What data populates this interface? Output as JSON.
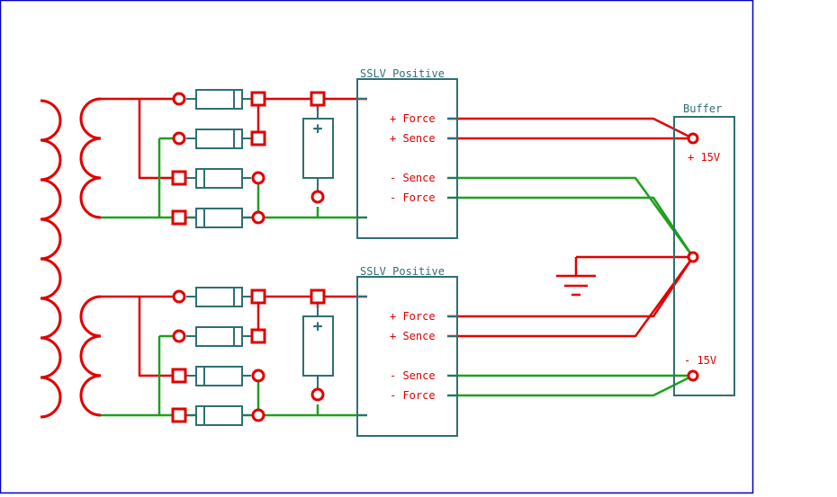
{
  "colors": {
    "border": "#0000c0",
    "wire_red": "#e00000",
    "wire_green": "#1ea01e",
    "component_outline": "#2f6f74",
    "component_fill": "#ffffff",
    "ground": "#e00000"
  },
  "modules": [
    {
      "title": "SSLV Positive",
      "pins": [
        "+ Force",
        "+ Sence",
        "- Sence",
        "- Force"
      ]
    },
    {
      "title": "SSLV Positive",
      "pins": [
        "+ Force",
        "+ Sence",
        "- Sence",
        "- Force"
      ]
    }
  ],
  "buffer": {
    "title": "Buffer",
    "plus_label": "+ 15V",
    "minus_label": "- 15V"
  },
  "capacitor": {
    "polarity_mark": "+"
  },
  "icons": [
    "transformer-icon",
    "diode-icon",
    "capacitor-icon",
    "ground-icon",
    "terminal-icon"
  ]
}
